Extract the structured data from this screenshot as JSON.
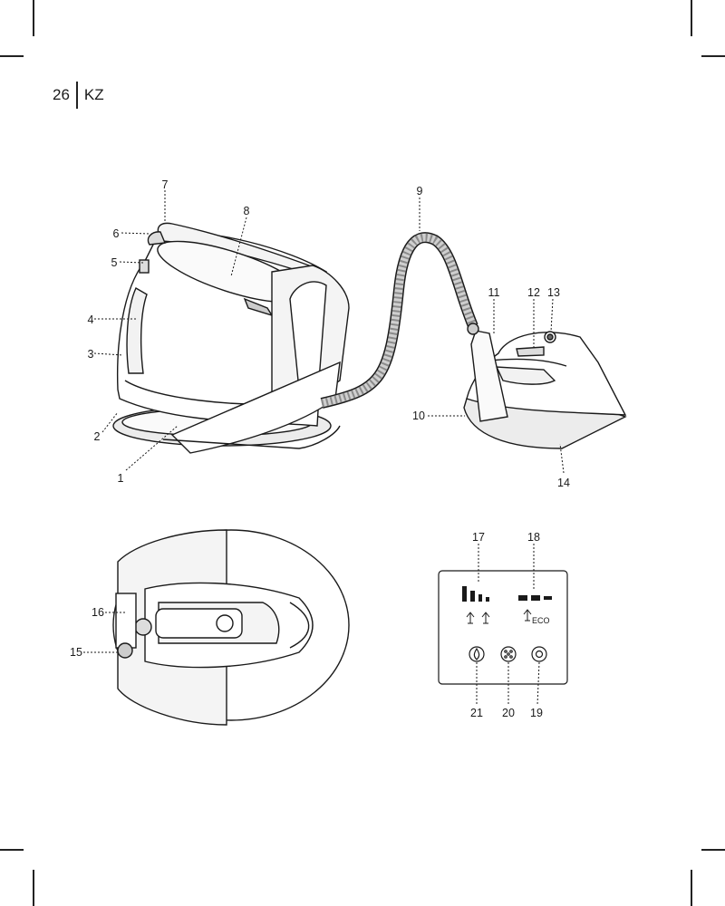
{
  "header": {
    "page_number": "26",
    "language_code": "KZ"
  },
  "callouts": [
    "1",
    "2",
    "3",
    "4",
    "5",
    "6",
    "7",
    "8",
    "9",
    "10",
    "11",
    "12",
    "13",
    "14",
    "15",
    "16",
    "17",
    "18",
    "19",
    "20",
    "21"
  ],
  "panel": {
    "eco_label": "ECO"
  },
  "colors": {
    "line": "#1a1a1a",
    "fill": "#ffffff",
    "shade": "#e9e9e9",
    "hose": "#8a8a8a"
  }
}
